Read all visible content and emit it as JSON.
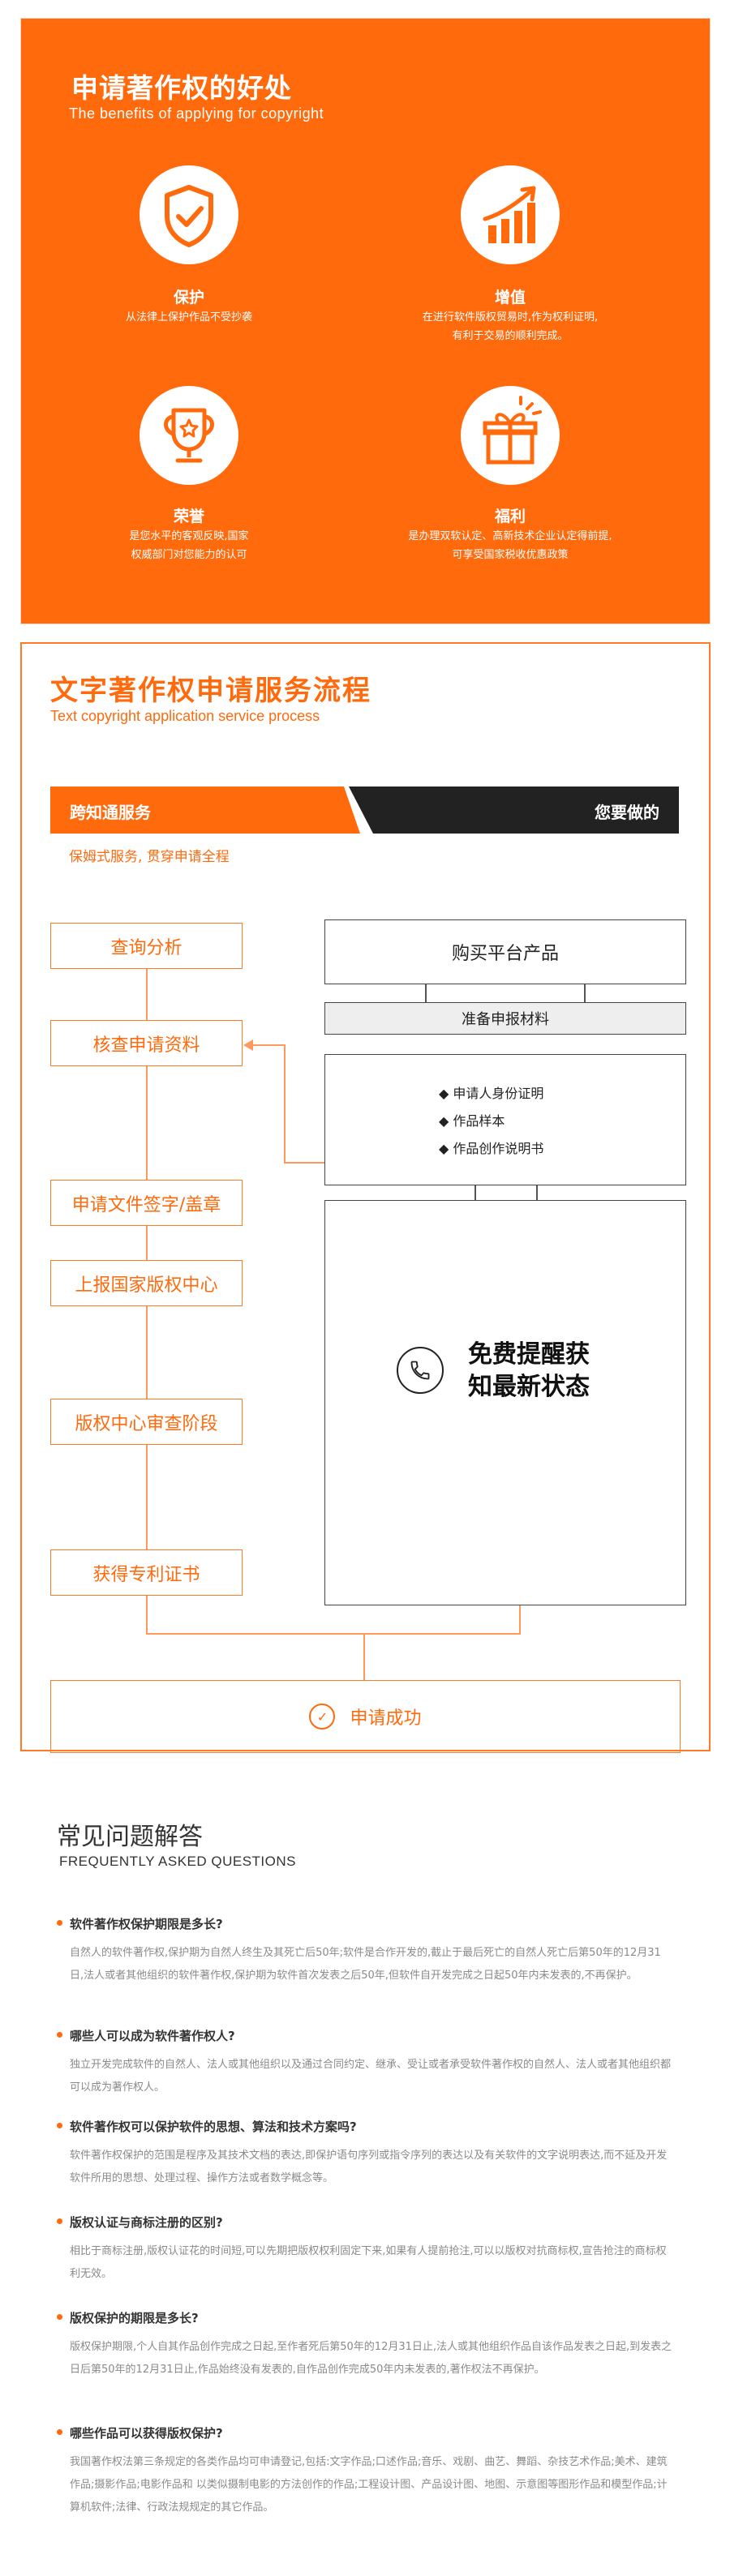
{
  "benefits": {
    "title": "申请著作权的好处",
    "subtitle": "The benefits of applying for copyright",
    "items": [
      {
        "icon": "shield-check-icon",
        "name": "保护",
        "desc1": "从法律上保护作品不受抄袭",
        "desc2": ""
      },
      {
        "icon": "growth-chart-icon",
        "name": "增值",
        "desc1": "在进行软件版权贸易时,作为权利证明,",
        "desc2": "有利于交易的顺利完成。"
      },
      {
        "icon": "trophy-icon",
        "name": "荣誉",
        "desc1": "是您水平的客观反映,国家",
        "desc2": "权威部门对您能力的认可"
      },
      {
        "icon": "gift-box-icon",
        "name": "福利",
        "desc1": "是办理双软认定、高新技术企业认定得前提,",
        "desc2": "可享受国家税收优惠政策"
      }
    ]
  },
  "process": {
    "title": "文字著作权申请服务流程",
    "subtitle": "Text copyright application service process",
    "banner_left": "跨知通服务",
    "banner_right": "您要做的",
    "banner_note": "保姆式服务, 贯穿申请全程",
    "left_steps": [
      "查询分析",
      "核查申请资料",
      "申请文件签字/盖章",
      "上报国家版权中心",
      "版权中心审查阶段",
      "获得专利证书"
    ],
    "right_buy": "购买平台产品",
    "right_prepare": "准备申报材料",
    "materials": [
      "◆ 申请人身份证明",
      "◆ 作品样本",
      "◆ 作品创作说明书"
    ],
    "notify": "免费提醒获知最新状态",
    "success": "申请成功"
  },
  "faq": {
    "title": "常见问题解答",
    "subtitle": "FREQUENTLY ASKED QUESTIONS",
    "items": [
      {
        "q": "软件著作权保护期限是多长?",
        "a": "自然人的软件著作权,保护期为自然人终生及其死亡后50年;软件是合作开发的,截止于最后死亡的自然人死亡后第50年的12月31日,法人或者其他组织的软件著作权,保护期为软件首次发表之后50年,但软件自开发完成之日起50年内未发表的,不再保护。"
      },
      {
        "q": "哪些人可以成为软件著作权人?",
        "a": "独立开发完成软件的自然人、法人或其他组织以及通过合同约定、继承、受让或者承受软件著作权的自然人、法人或者其他组织都可以成为著作权人。"
      },
      {
        "q": "软件著作权可以保护软件的思想、算法和技术方案吗?",
        "a": "软件著作权保护的范围是程序及其技术文档的表达,即保护语句序列或指令序列的表达以及有关软件的文字说明表达,而不延及开发软件所用的思想、处理过程、操作方法或者数学概念等。"
      },
      {
        "q": "版权认证与商标注册的区别?",
        "a": "相比于商标注册,版权认证花的时间短,可以先期把版权权利固定下来,如果有人提前抢注,可以以版权对抗商标权,宣告抢注的商标权利无效。"
      },
      {
        "q": "版权保护的期限是多长?",
        "a": "版权保护期限,个人自其作品创作完成之日起,至作者死后第50年的12月31日止,法人或其他组织作品自该作品发表之日起,到发表之日后第50年的12月31日止,作品始终没有发表的,自作品创作完成50年内未发表的,著作权法不再保护。"
      },
      {
        "q": "哪些作品可以获得版权保护?",
        "a": "我国著作权法第三条规定的各类作品均可申请登记,包括:文字作品;口述作品;音乐、戏剧、曲艺、舞蹈、杂技艺术作品;美术、建筑作品;摄影作品;电影作品和 以类似摄制电影的方法创作的作品;工程设计图、产品设计图、地图、示意图等图形作品和模型作品;计算机软件;法律、行政法规规定的其它作品。"
      }
    ]
  }
}
